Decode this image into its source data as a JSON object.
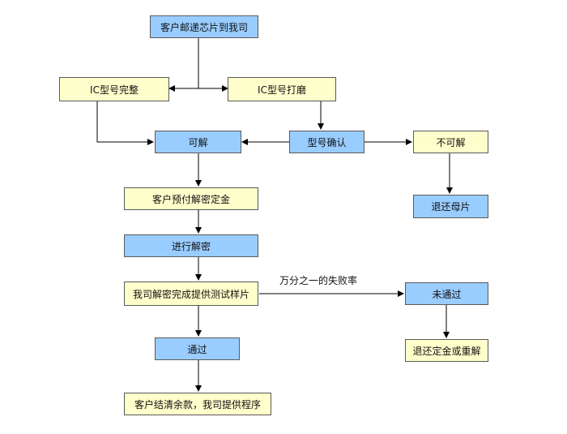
{
  "nodes": {
    "chip_mailed": "客户邮递芯片到我司",
    "ic_intact": "IC型号完整",
    "ic_polished": "IC型号打磨",
    "solvable": "可解",
    "model_confirm": "型号确认",
    "unsolvable": "不可解",
    "return_mother": "退还母片",
    "prepay": "客户预付解密定金",
    "decrypting": "进行解密",
    "sample_done": "我司解密完成提供测试样片",
    "not_passed": "未通过",
    "refund_or_redo": "退还定金或重解",
    "passed": "通过",
    "final_payment": "客户结清余款，我司提供程序"
  },
  "edge_labels": {
    "failure_rate": "万分之一的失败率"
  },
  "colors": {
    "blue_fill": "#99ccff",
    "yellow_fill": "#ffffcc",
    "stroke": "#000000"
  }
}
